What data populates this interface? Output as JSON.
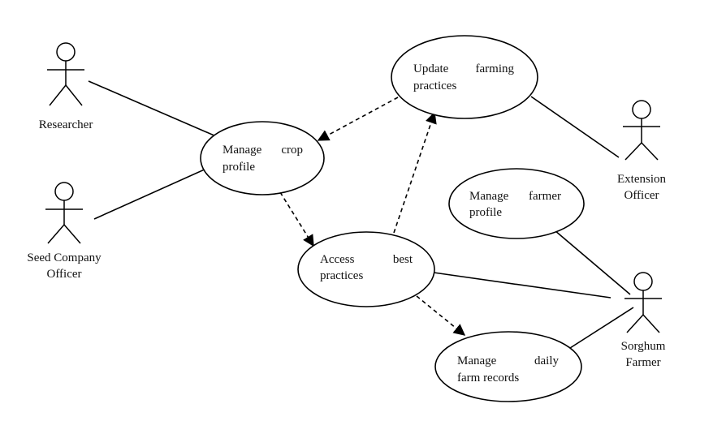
{
  "actors": {
    "researcher": "Researcher",
    "seed_officer_line1": "Seed Company",
    "seed_officer_line2": "Officer",
    "extension_line1": "Extension",
    "extension_line2": "Officer",
    "farmer_line1": "Sorghum",
    "farmer_line2": "Farmer"
  },
  "use_cases": {
    "update_practices": [
      "Update",
      "farming",
      "practices"
    ],
    "manage_crop": [
      "Manage",
      "crop",
      "profile"
    ],
    "access_best": [
      "Access",
      "best",
      "practices"
    ],
    "manage_farmer": [
      "Manage",
      "farmer",
      "profile"
    ],
    "daily_records": [
      "Manage",
      "daily",
      "farm records"
    ]
  }
}
